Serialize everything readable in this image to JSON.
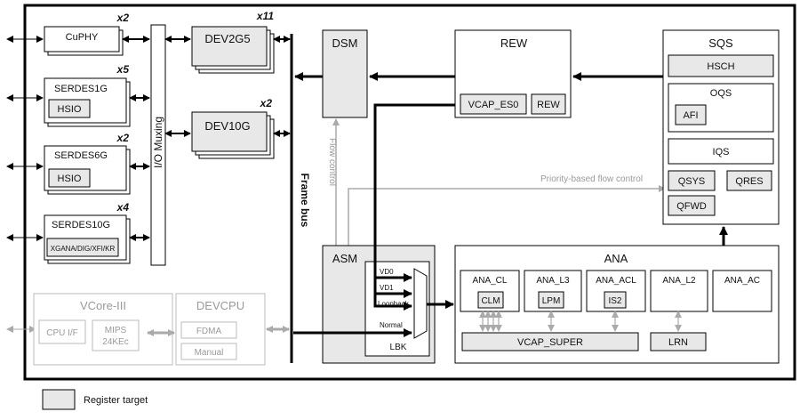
{
  "blocks": {
    "cuphy": {
      "label": "CuPHY",
      "mult": "x2"
    },
    "serdes1g": {
      "label": "SERDES1G",
      "mult": "x5",
      "sub": "HSIO"
    },
    "serdes6g": {
      "label": "SERDES6G",
      "mult": "x2",
      "sub": "HSIO"
    },
    "serdes10g": {
      "label": "SERDES10G",
      "mult": "x4",
      "sub": "XGANA/DIG/XFI/KR"
    },
    "iomux": {
      "label": "I/O Muxing"
    },
    "dev2g5": {
      "label": "DEV2G5",
      "mult": "x11"
    },
    "dev10g": {
      "label": "DEV10G",
      "mult": "x2"
    },
    "framebus": {
      "label": "Frame bus"
    },
    "dsm": {
      "label": "DSM"
    },
    "flowcontrol": {
      "label": "Flow control"
    },
    "rew": {
      "label": "REW",
      "vcap": "VCAP_ES0",
      "sub": "REW"
    },
    "sqs": {
      "label": "SQS",
      "hsch": "HSCH",
      "oqs": "OQS",
      "afi": "AFI",
      "iqs": "IQS",
      "qsys": "QSYS",
      "qres": "QRES",
      "qfwd": "QFWD"
    },
    "pfc": {
      "label": "Priority-based flow control"
    },
    "asm": {
      "label": "ASM",
      "vd0": "VD0",
      "vd1": "VD1",
      "loopback": "Loopback",
      "normal": "Normal",
      "lbk": "LBK"
    },
    "ana": {
      "label": "ANA",
      "ana_cl": "ANA_CL",
      "clm": "CLM",
      "ana_l3": "ANA_L3",
      "lpm": "LPM",
      "ana_acl": "ANA_ACL",
      "is2": "IS2",
      "ana_l2": "ANA_L2",
      "ana_ac": "ANA_AC",
      "vcap_super": "VCAP_SUPER",
      "lrn": "LRN"
    },
    "vcore": {
      "label": "VCore-III",
      "cpu": "CPU I/F",
      "mips": "MIPS",
      "mips2": "24KEc"
    },
    "devcpu": {
      "label": "DEVCPU",
      "fdma": "FDMA",
      "manual": "Manual"
    }
  },
  "legend": {
    "label": "Register target"
  },
  "colors": {
    "register_fill": "#e8e8e8",
    "line": "#000000",
    "gray": "#b0b0b0"
  }
}
